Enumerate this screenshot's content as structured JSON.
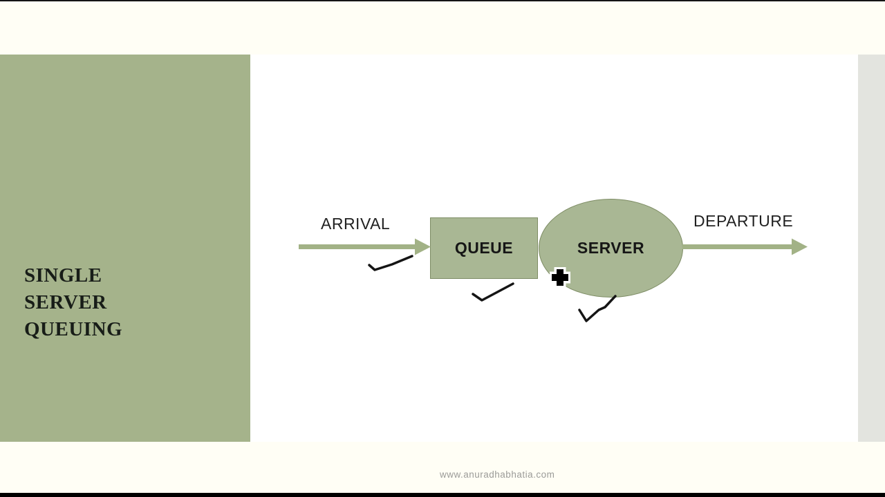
{
  "slide": {
    "title": "Single\nserver\nqueuing",
    "footer": "www.anuradhabhatia.com"
  },
  "diagram": {
    "arrival_label": "ARRIVAL",
    "queue_label": "QUEUE",
    "server_label": "SERVER",
    "departure_label": "DEPARTURE",
    "annotations": "three hand-drawn checkmarks",
    "cursor": "cross-cursor"
  },
  "colors": {
    "panel_green": "#a5b38b",
    "shape_fill": "#a9b794",
    "shape_border": "#7d8c64",
    "arrow_green": "#a2b286",
    "background_cream": "#fffef5",
    "side_strip_gray": "#e3e4df",
    "ink_black": "#151515",
    "footer_gray": "#9b9b98"
  }
}
